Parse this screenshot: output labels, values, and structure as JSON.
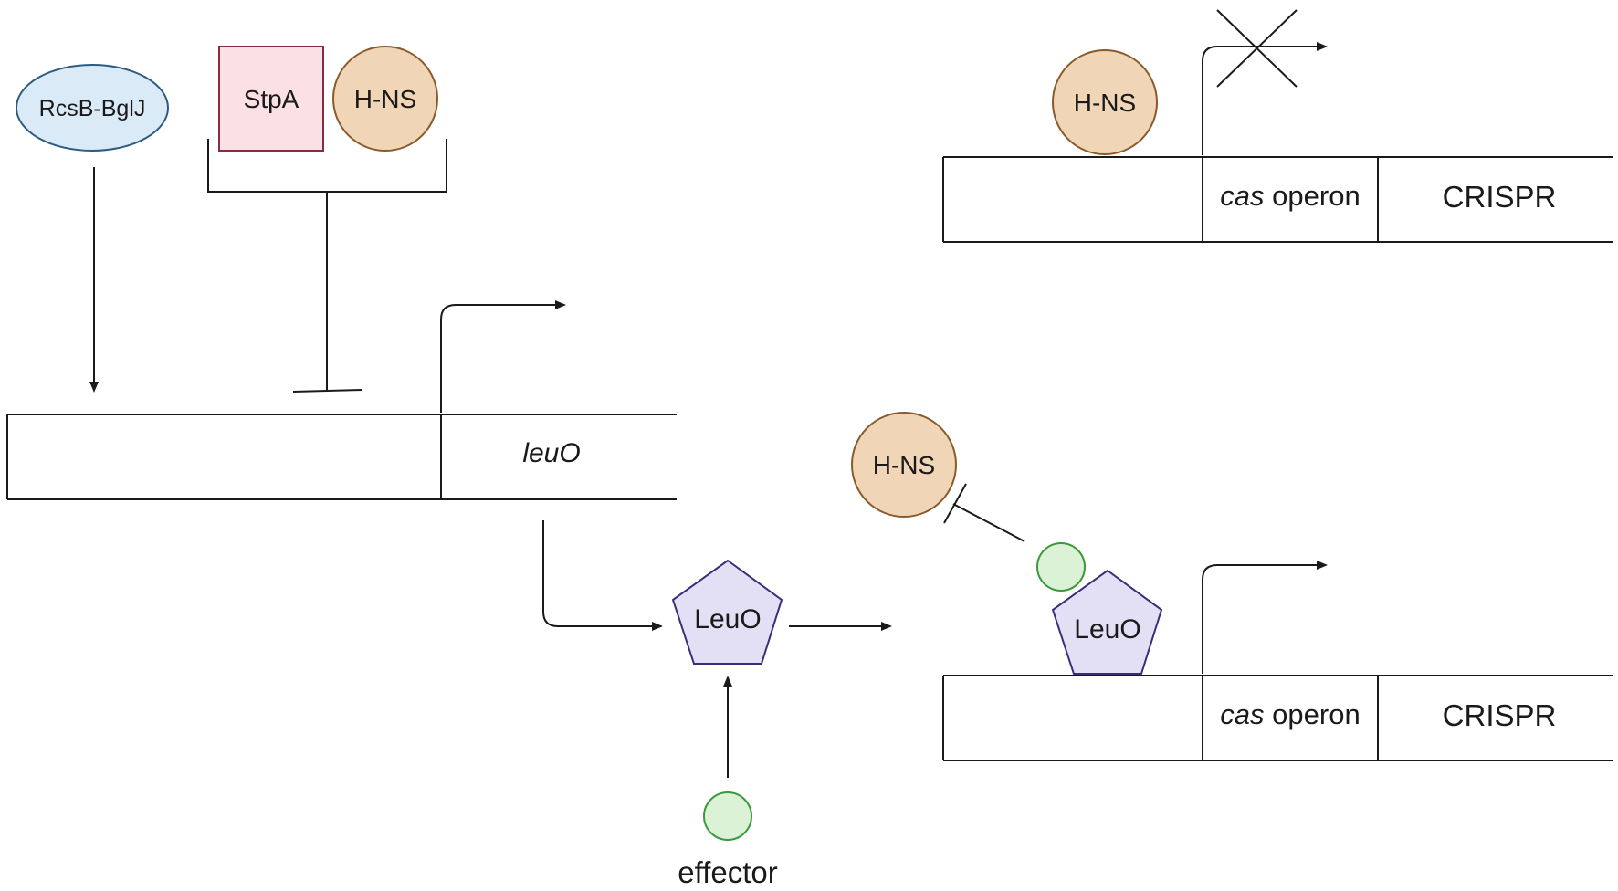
{
  "labels": {
    "rcsb": "RcsB-BglJ",
    "stpa": "StpA",
    "hns": "H-NS",
    "leuo_gene": "leuO",
    "leuo_protein": "LeuO",
    "effector": "effector",
    "cas_italic": "cas",
    "cas_rest": " operon",
    "crispr": "CRISPR"
  },
  "colors": {
    "line": "#1a1a1a",
    "rcsb_fill": "#dbeaf7",
    "rcsb_stroke": "#2d5c82",
    "stpa_fill": "#fbe0e6",
    "stpa_stroke": "#8a2b45",
    "hns_fill": "#f0d6b6",
    "hns_stroke": "#8b5a2b",
    "leuo_fill": "#e3e0f6",
    "leuo_stroke": "#3a2d7a",
    "effector_fill": "#dcf2d6",
    "effector_stroke": "#3a9a3a"
  },
  "icons": {
    "activation": "arrow",
    "repression": "t-bar",
    "promoter": "bent-arrow",
    "blocked": "cross"
  }
}
